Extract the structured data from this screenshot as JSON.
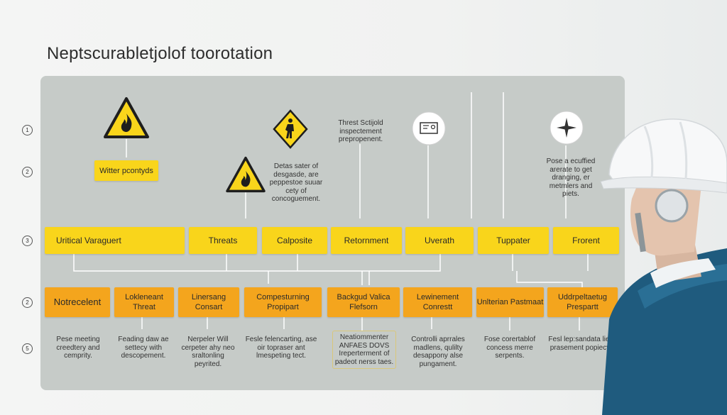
{
  "title": "Neptscurabletjolof toorotation",
  "row_markers": [
    "1",
    "2",
    "3",
    "2",
    "5"
  ],
  "top_labels": {
    "witter": "Witter pcontyds",
    "detail": "Detas sater of desgasde, are peppestoe suuar cety of concoguement.",
    "threat": "Threst Sctijold inspectement prepropenent.",
    "right": "Pose a ecuffied arerate to get dranging, er metmlers and piets."
  },
  "yellow_boxes": [
    "Uritical Varaguert",
    "Threats",
    "Calposite",
    "Retornment",
    "Uverath",
    "Tuppater",
    "Frorent"
  ],
  "orange_boxes": [
    "Notrecelent",
    "Lokleneant Threat",
    "Linersang Consart",
    "Compesturning Propipart",
    "Backgud Valica Flefsorn",
    "Lewinement Conrestt",
    "Unlterian Pastmaat",
    "Uddrpeltaetug Prespartt"
  ],
  "bottom_texts": [
    "Pese meeting creedtery and cemprity.",
    "Feading daw ae settecy with descopement.",
    "Nerpeler Will cerpeter ahy neo sraltonling peyrited.",
    "Fesle felencarting, ase oir topraser ant lmespeting tect.",
    "Neatiommenter ANFAES DOVS Ireperterment of padeot nerss taes.",
    "Controlli aprrales madlens, qulilty desappony alse pungament.",
    "Fose corertablof concess merre serpents.",
    "Fesl lep:sandata lies prasement popiecy."
  ],
  "colors": {
    "yellow": "#f9d51b",
    "orange": "#f4a51d",
    "panel": "#c6cbc8"
  },
  "icons": [
    "fire-warning-icon",
    "person-warning-icon",
    "document-icon",
    "compass-icon",
    "helmet-person-illustration"
  ]
}
